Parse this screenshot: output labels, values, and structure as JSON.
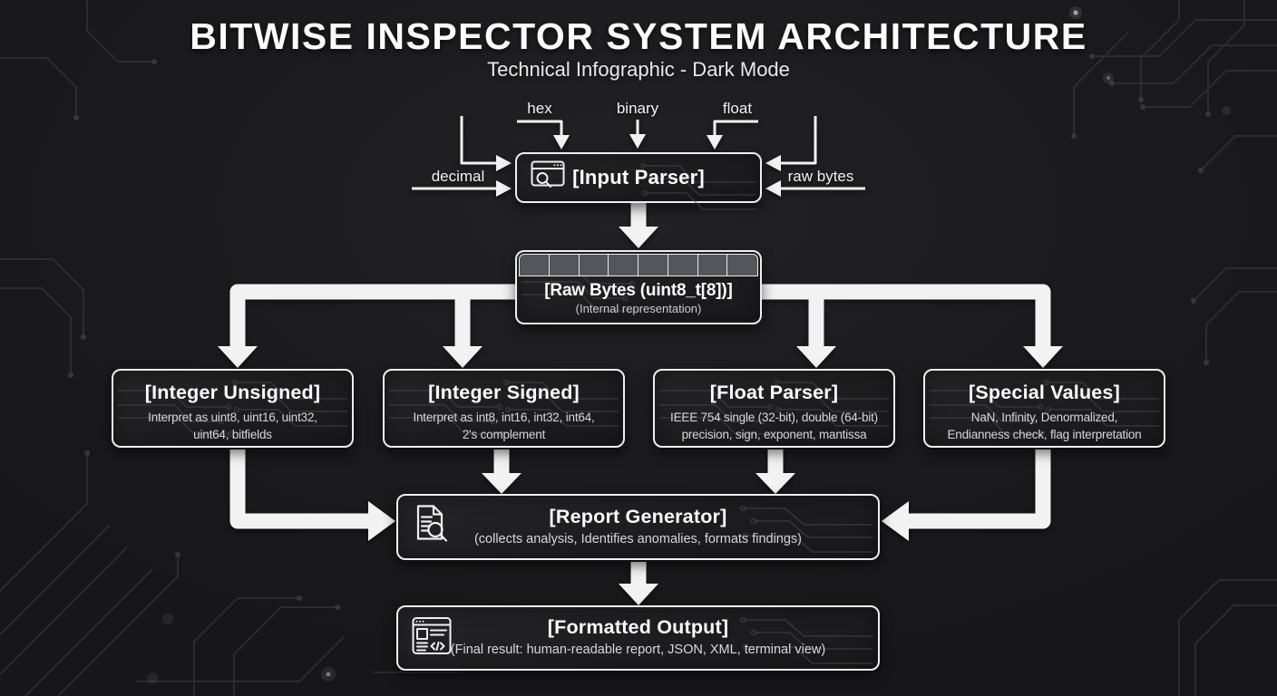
{
  "header": {
    "title": "BITWISE INSPECTOR SYSTEM ARCHITECTURE",
    "subtitle": "Technical Infographic - Dark Mode"
  },
  "input_labels": {
    "hex": "hex",
    "binary": "binary",
    "float": "float",
    "decimal": "decimal",
    "raw_bytes": "raw bytes"
  },
  "nodes": {
    "input_parser": {
      "title": "[Input Parser]",
      "icon": "window-search-icon"
    },
    "raw_bytes": {
      "title": "[Raw Bytes (uint8_t[8])]",
      "subtitle": "(Internal representation)",
      "byte_cells": 8
    },
    "integer_unsigned": {
      "title": "[Integer Unsigned]",
      "description_lines": [
        "Interpret as uint8, uint16, uint32,",
        "uint64, bitfields"
      ]
    },
    "integer_signed": {
      "title": "[Integer Signed]",
      "description_lines": [
        "Interpret as int8, int16, int32, int64,",
        "2's complement"
      ]
    },
    "float_parser": {
      "title": "[Float Parser]",
      "description_lines": [
        "IEEE 754 single (32-bit), double (64-bit)",
        "precision, sign, exponent, mantissa"
      ]
    },
    "special_values": {
      "title": "[Special Values]",
      "description_lines": [
        "NaN, Infinity, Denormalized,",
        "Endianness check, flag interpretation"
      ]
    },
    "report_generator": {
      "title": "[Report Generator]",
      "subtitle": "(collects analysis, Identifies anomalies, formats findings)",
      "icon": "document-search-icon"
    },
    "formatted_output": {
      "title": "[Formatted Output]",
      "subtitle": "(Final result: human-readable report, JSON, XML, terminal view)",
      "icon": "code-window-icon"
    }
  },
  "colors": {
    "background": "#1A1A1C",
    "box_background": "#202023",
    "box_border": "#EEEEEE",
    "arrow": "#F2F2F2",
    "byte_cell_fill": "#54565B",
    "title_text": "#FAFAFA",
    "secondary_text": "#D8D8DA",
    "circuit_trace": "#3A3A3F"
  }
}
